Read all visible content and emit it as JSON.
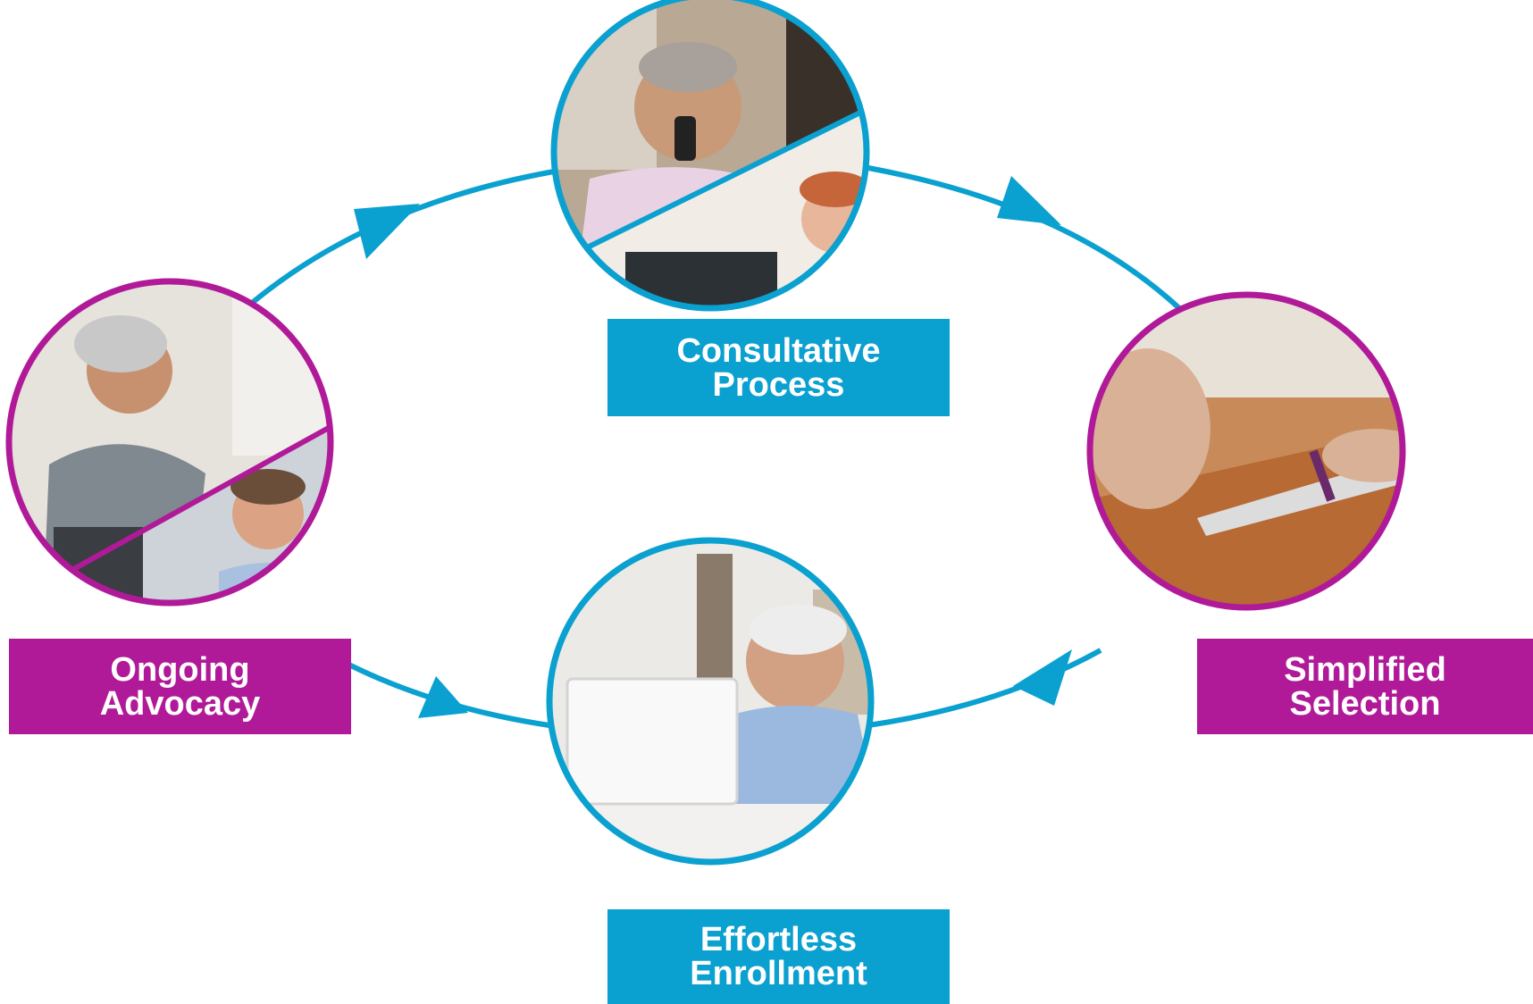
{
  "colors": {
    "blue": "#0aa0d0",
    "magenta": "#b01a99",
    "background": "#ffffff"
  },
  "steps": [
    {
      "id": "consultative-process",
      "label_line1": "Consultative",
      "label_line2": "Process",
      "color": "blue",
      "photo": "older man on phone and woman with headset"
    },
    {
      "id": "simplified-selection",
      "label_line1": "Simplified",
      "label_line2": "Selection",
      "color": "magenta",
      "photo": "hands using stylus on tablet"
    },
    {
      "id": "effortless-enrollment",
      "label_line1": "Effortless",
      "label_line2": "Enrollment",
      "color": "blue",
      "photo": "senior man typing on laptop"
    },
    {
      "id": "ongoing-advocacy",
      "label_line1": "Ongoing",
      "label_line2": "Advocacy",
      "color": "magenta",
      "photo": "woman on phone and man with headset"
    }
  ]
}
